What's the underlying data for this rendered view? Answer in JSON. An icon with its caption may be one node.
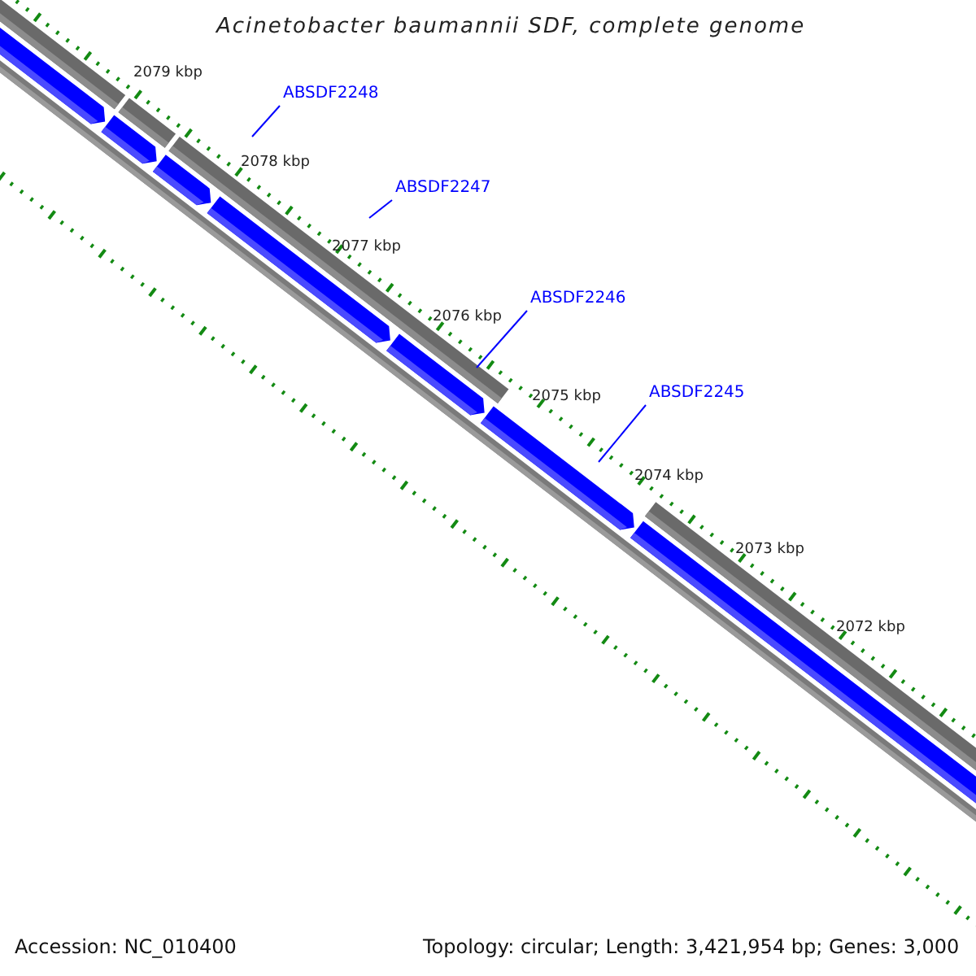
{
  "diagram": {
    "title": "Acinetobacter baumannii SDF, complete genome",
    "nodes": [
      {
        "text": [
          "ABSDF2248"
        ]
      },
      {
        "text": [
          "ABSDF2247"
        ]
      },
      {
        "text": [
          "ABSDF2246"
        ]
      },
      {
        "text": [
          "ABSDF2245"
        ]
      }
    ],
    "edges": [
      {
        "from": 0,
        "to": null,
        "arrow": "none"
      },
      {
        "from": 1,
        "to": null,
        "arrow": "none"
      },
      {
        "from": 2,
        "to": null,
        "arrow": "none"
      },
      {
        "from": 3,
        "to": null,
        "arrow": "none"
      }
    ],
    "labels": [
      "2079 kbp",
      "2078 kbp",
      "2077 kbp",
      "2076 kbp",
      "2075 kbp",
      "2074 kbp",
      "2073 kbp",
      "2072 kbp",
      "Accession: NC_010400",
      "Topology: circular; Length: 3,421,954 bp; Genes: 3,000"
    ]
  }
}
